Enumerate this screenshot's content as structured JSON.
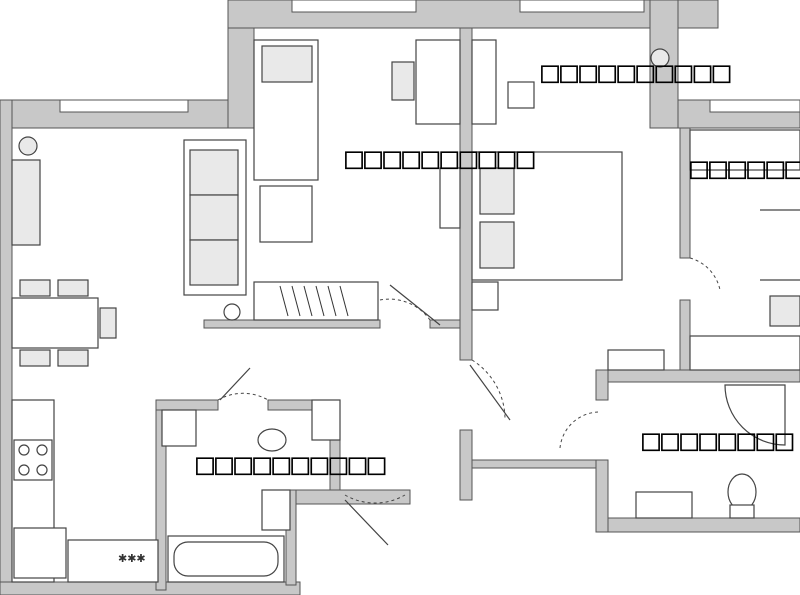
{
  "plan": {
    "rooms": [
      {
        "id": "room-top-right",
        "label": "□□□□□□□□□□"
      },
      {
        "id": "room-center",
        "label": "□□□□□□□□□□"
      },
      {
        "id": "room-wardrobe",
        "label": "□□□□□□"
      },
      {
        "id": "room-bottom-left",
        "label": "□□□□□□□□□□"
      },
      {
        "id": "room-bathroom",
        "label": "□□□□□□□□"
      }
    ],
    "stove_marks": "✱✱✱"
  }
}
